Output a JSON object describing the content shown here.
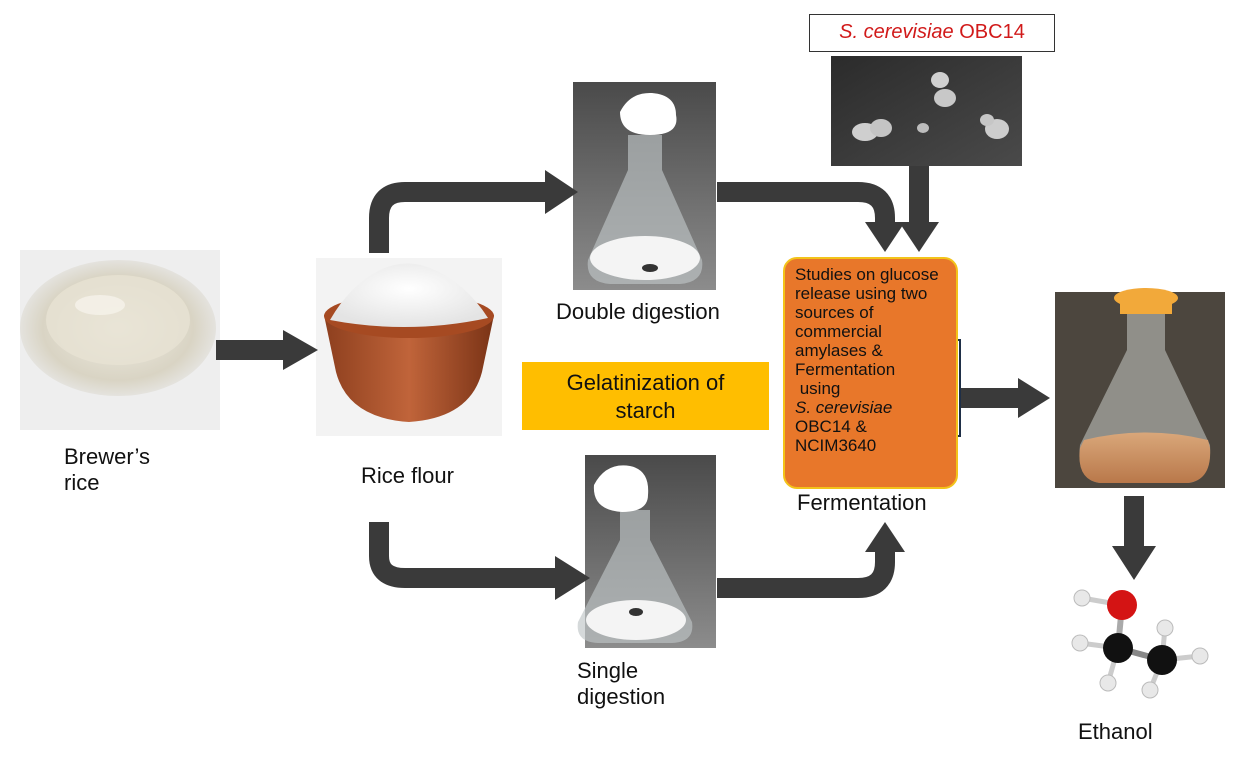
{
  "labels": {
    "brewers_rice_1": "Brewer’s",
    "brewers_rice_2": "rice",
    "rice_flour": "Rice flour",
    "double_digestion": "Double digestion",
    "single_digestion_1": "Single",
    "single_digestion_2": "digestion",
    "fermentation": "Fermentation",
    "ethanol": "Ethanol"
  },
  "yeast": {
    "species": "S. cerevisiae",
    "strain": " OBC14"
  },
  "gelatinization": {
    "line1": "Gelatinization of",
    "line2": "starch"
  },
  "fermentation_box": {
    "lines": [
      "Studies on glucose",
      "release using two",
      "sources of",
      "commercial",
      "amylases &",
      "Fermentation",
      " using"
    ],
    "species": "S. cerevisiae",
    "strains": [
      "OBC14 &",
      "NCIM3640"
    ]
  },
  "colors": {
    "arrow": "#3a3a3a",
    "gelatinization_fill": "#ffbe00",
    "fermentation_fill": "#e8772a",
    "fermentation_border": "#f3c31a",
    "yeast_strain_text": "#d11a1a"
  }
}
